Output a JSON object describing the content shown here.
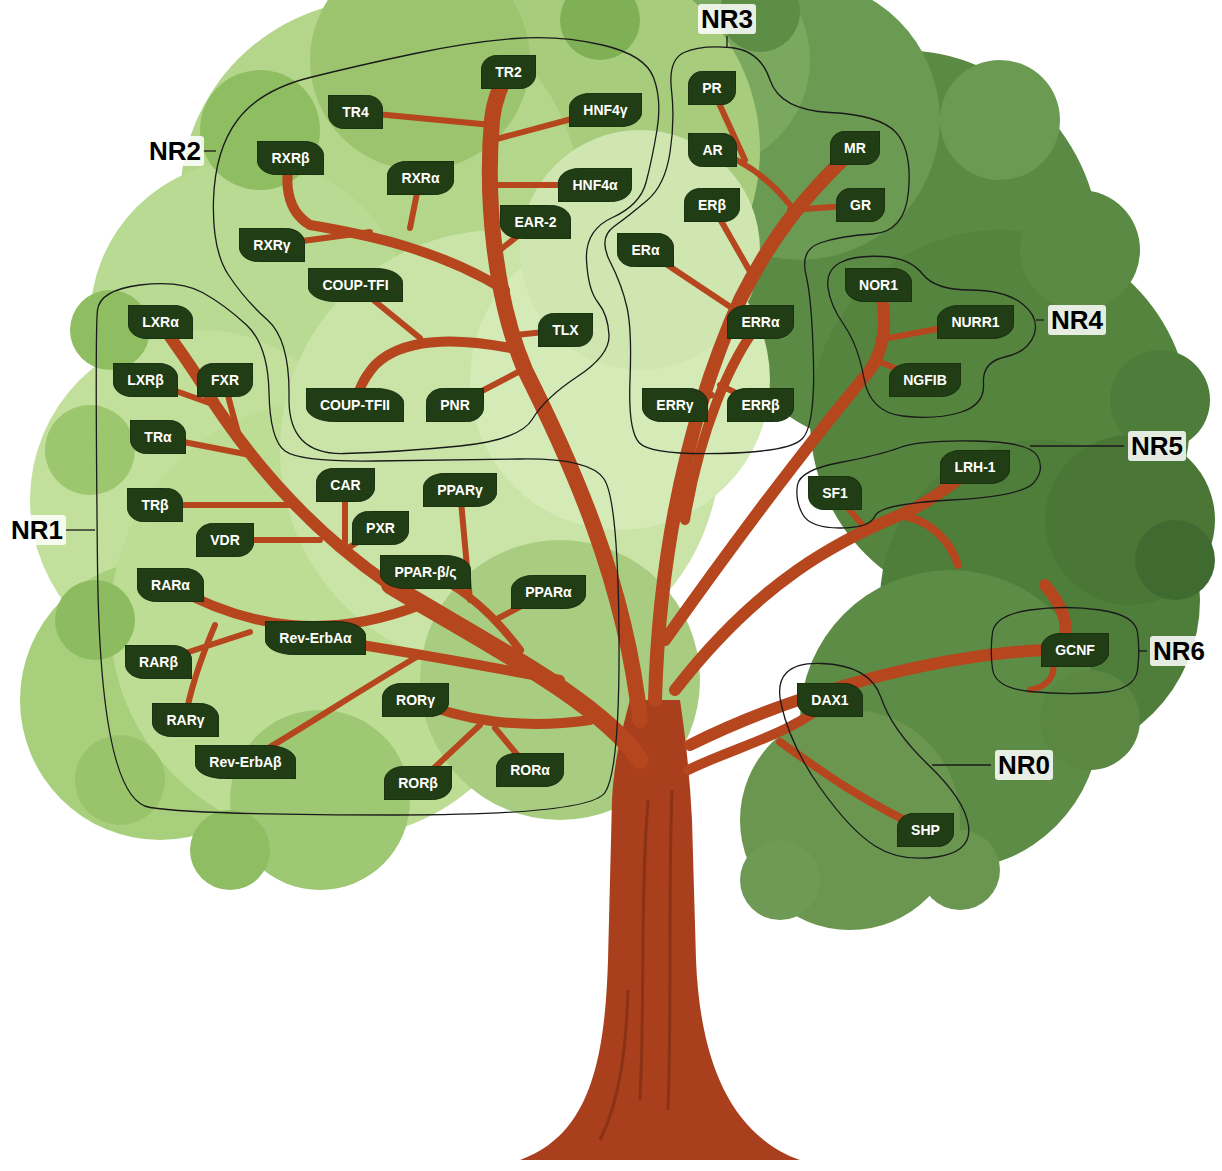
{
  "diagram": {
    "nodes": [
      {
        "text": [
          "NR2"
        ]
      },
      {
        "text": [
          "TR2"
        ],
        "in": 0
      },
      {
        "text": [
          "TR4"
        ],
        "in": 0
      },
      {
        "text": [
          "HNF4γ"
        ],
        "in": 0
      },
      {
        "text": [
          "RXRβ"
        ],
        "in": 0
      },
      {
        "text": [
          "RXRα"
        ],
        "in": 0
      },
      {
        "text": [
          "HNF4α"
        ],
        "in": 0
      },
      {
        "text": [
          "EAR-2"
        ],
        "in": 0
      },
      {
        "text": [
          "RXRγ"
        ],
        "in": 0
      },
      {
        "text": [
          "COUP-TFI"
        ],
        "in": 0
      },
      {
        "text": [
          "TLX"
        ],
        "in": 0
      },
      {
        "text": [
          "COUP-TFII"
        ],
        "in": 0
      },
      {
        "text": [
          "PNR"
        ],
        "in": 0
      },
      {
        "text": [
          "NR3"
        ]
      },
      {
        "text": [
          "PR"
        ],
        "in": 13
      },
      {
        "text": [
          "AR"
        ],
        "in": 13
      },
      {
        "text": [
          "MR"
        ],
        "in": 13
      },
      {
        "text": [
          "ERβ"
        ],
        "in": 13
      },
      {
        "text": [
          "GR"
        ],
        "in": 13
      },
      {
        "text": [
          "ERα"
        ],
        "in": 13
      },
      {
        "text": [
          "ERRα"
        ],
        "in": 13
      },
      {
        "text": [
          "ERRγ"
        ],
        "in": 13
      },
      {
        "text": [
          "ERRβ"
        ],
        "in": 13
      },
      {
        "text": [
          "NR1"
        ]
      },
      {
        "text": [
          "LXRα"
        ],
        "in": 23
      },
      {
        "text": [
          "LXRβ"
        ],
        "in": 23
      },
      {
        "text": [
          "FXR"
        ],
        "in": 23
      },
      {
        "text": [
          "TRα"
        ],
        "in": 23
      },
      {
        "text": [
          "CAR"
        ],
        "in": 23
      },
      {
        "text": [
          "PPARγ"
        ],
        "in": 23
      },
      {
        "text": [
          "TRβ"
        ],
        "in": 23
      },
      {
        "text": [
          "VDR"
        ],
        "in": 23
      },
      {
        "text": [
          "PXR"
        ],
        "in": 23
      },
      {
        "text": [
          "PPAR-β/ς"
        ],
        "in": 23
      },
      {
        "text": [
          "PPARα"
        ],
        "in": 23
      },
      {
        "text": [
          "RARα"
        ],
        "in": 23
      },
      {
        "text": [
          "Rev-ErbAα"
        ],
        "in": 23
      },
      {
        "text": [
          "RARβ"
        ],
        "in": 23
      },
      {
        "text": [
          "RORγ"
        ],
        "in": 23
      },
      {
        "text": [
          "RARγ"
        ],
        "in": 23
      },
      {
        "text": [
          "Rev-ErbAβ"
        ],
        "in": 23
      },
      {
        "text": [
          "RORβ"
        ],
        "in": 23
      },
      {
        "text": [
          "RORα"
        ],
        "in": 23
      },
      {
        "text": [
          "NR4"
        ]
      },
      {
        "text": [
          "NOR1"
        ],
        "in": 43
      },
      {
        "text": [
          "NURR1"
        ],
        "in": 43
      },
      {
        "text": [
          "NGFIB"
        ],
        "in": 43
      },
      {
        "text": [
          "NR5"
        ]
      },
      {
        "text": [
          "LRH-1"
        ],
        "in": 47
      },
      {
        "text": [
          "SF1"
        ],
        "in": 47
      },
      {
        "text": [
          "NR6"
        ]
      },
      {
        "text": [
          "GCNF"
        ],
        "in": 50
      },
      {
        "text": [
          "NR0"
        ]
      },
      {
        "text": [
          "DAX1"
        ],
        "in": 52
      },
      {
        "text": [
          "SHP"
        ],
        "in": 52
      }
    ]
  }
}
